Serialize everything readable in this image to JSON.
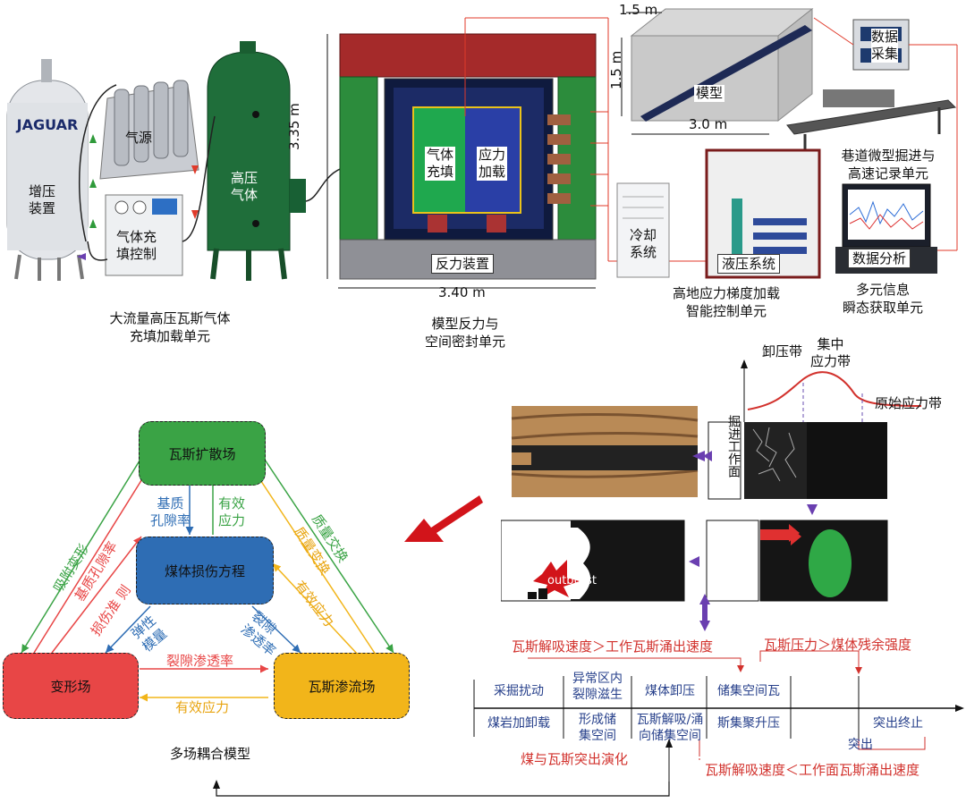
{
  "top": {
    "booster": "增压\n装置",
    "jaguar": "JAGUAR",
    "gas_source": "气源",
    "fill_control": "气体充\n填控制",
    "hp_gas": "高压\n气体",
    "gas_fill": "气体\n充填",
    "stress_load": "应力\n加载",
    "reaction_device": "反力装置",
    "dim_height": "3.35 m",
    "dim_width": "3.40 m",
    "cap_gas_unit": "大流量高压瓦斯气体\n充填加载单元",
    "cap_reaction_unit": "模型反力与\n空间密封单元",
    "dim_15_top": "1.5 m",
    "dim_15_side": "1.5 m",
    "dim_30": "3.0 m",
    "model": "模型",
    "data_acq": "数据\n采集",
    "tunnel_unit": "巷道微型掘进与\n高速记录单元",
    "cooling": "冷却\n系统",
    "hydraulic": "液压系统",
    "stress_unit": "高地应力梯度加载\n智能控制单元",
    "data_analysis": "数据分析",
    "info_unit": "多元信息\n瞬态获取单元"
  },
  "coupling": {
    "diffusion": "瓦斯扩散场",
    "damage": "煤体损伤方程",
    "deformation": "变形场",
    "seepage": "瓦斯渗流场",
    "matrix_porosity": "基质\n孔隙率",
    "effective_stress_1": "有效\n应力",
    "adsorption_deform": "吸附变形",
    "matrix_porosity_2": "基质孔隙率",
    "damage_criterion": "损伤准 则",
    "mass_exchange": "质量交换",
    "mass_change": "质量变换",
    "effective_stress_2": "有效应力",
    "elastic_modulus": "弹性\n模量",
    "fracture_perm_1": "裂隙\n渗透率",
    "fracture_perm_2": "裂隙渗透率",
    "effective_stress_3": "有效应力",
    "caption": "多场耦合模型"
  },
  "mechanism": {
    "relief_zone": "卸压带",
    "conc_zone": "集中\n应力带",
    "orig_zone": "原始应力带",
    "face": "掘进工作面",
    "outburst": "outburst"
  },
  "timeline": {
    "cond1": "瓦斯解吸速度＞工作瓦斯涌出速度",
    "cond2": "瓦斯压力＞煤体残余强度",
    "top_cells": [
      "采掘扰动",
      "异常区内\n裂隙滋生",
      "煤体卸压",
      "储集空间瓦"
    ],
    "bottom_cells": [
      "煤岩加卸载",
      "形成储\n集空间",
      "瓦斯解吸/涌\n向储集空间",
      "斯集聚升压"
    ],
    "end_label": "突出终止",
    "outburst": "突出",
    "evolution": "煤与瓦斯突出演化",
    "cond3": "瓦斯解吸速度＜工作面瓦斯涌出速度"
  },
  "colors": {
    "diffusion": "#3aa345",
    "damage": "#2e6db4",
    "deformation": "#e84646",
    "seepage": "#f2b51a",
    "timeline_red": "#d2322d",
    "timeline_blue": "#27408b"
  }
}
